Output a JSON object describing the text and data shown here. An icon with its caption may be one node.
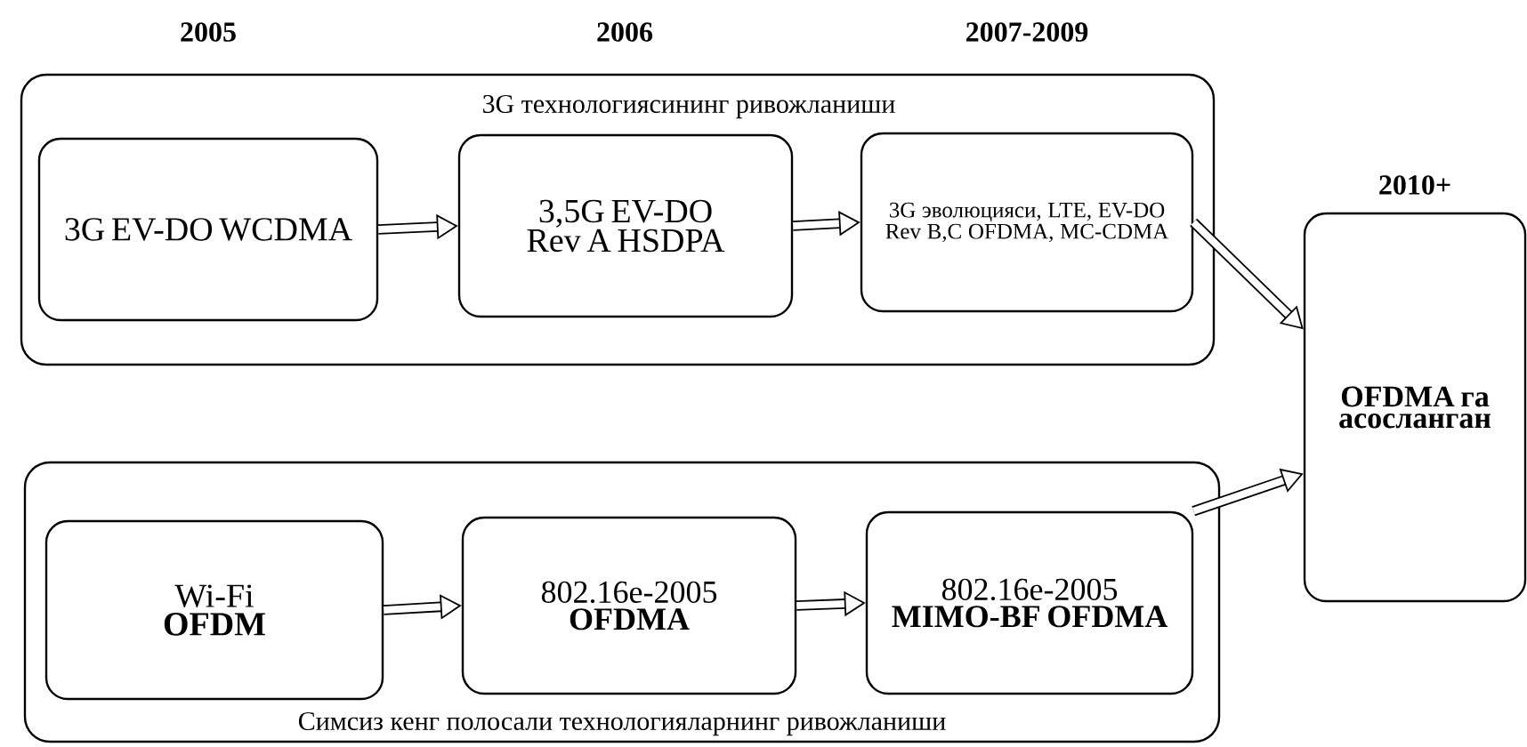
{
  "diagram": {
    "nodes": [
      {
        "text": [
          "3G технологиясининг ривожланиши"
        ]
      },
      {
        "text": [
          "3G EV-DO WCDMA"
        ],
        "in": 0
      },
      {
        "text": [
          "3,5G EV-DO Rev A HSDPA"
        ],
        "in": 0
      },
      {
        "text": [
          "3G эволюцияси, LTE, EV-DO Rev B,C OFDMA, MC-CDMA"
        ],
        "in": 0
      },
      {
        "text": [
          "Симсиз кенг полосали технологияларнинг ривожланиши"
        ]
      },
      {
        "text": [
          "Wi-Fi",
          "OFDM"
        ],
        "in": 4
      },
      {
        "text": [
          "802.16e-2005",
          "OFDMA"
        ],
        "in": 4
      },
      {
        "text": [
          "802.16e-2005",
          "MIMO-BF OFDMA"
        ],
        "in": 4
      },
      {
        "text": [
          "2010+",
          "OFDMA га асосланган"
        ]
      }
    ],
    "edges": [
      {
        "from": 1,
        "to": 2,
        "arrow": "to"
      },
      {
        "from": 2,
        "to": 3,
        "arrow": "to"
      },
      {
        "from": 5,
        "to": 6,
        "arrow": "to"
      },
      {
        "from": 6,
        "to": 7,
        "arrow": "to"
      },
      {
        "from": 3,
        "to": 8,
        "arrow": "to"
      },
      {
        "from": 7,
        "to": 8,
        "arrow": "to"
      }
    ],
    "labels": [
      "2005",
      "2006",
      "2007-2009"
    ]
  }
}
